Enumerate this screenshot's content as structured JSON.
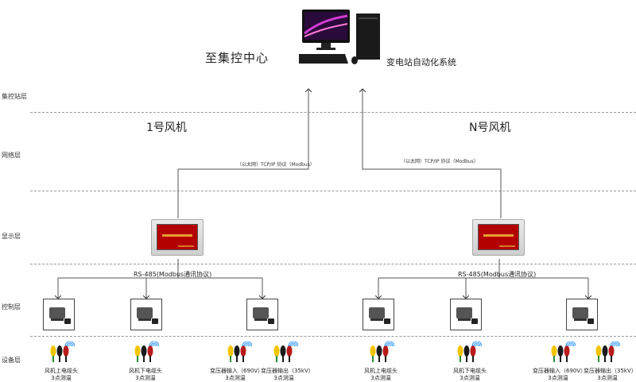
{
  "layers": {
    "control_center": "集控站层",
    "network": "网络层",
    "display": "显示层",
    "control": "控制层",
    "device": "设备层"
  },
  "top": {
    "center_label": "至集控中心",
    "substation_label": "变电站自动化系统"
  },
  "turbines": [
    {
      "title": "1号风机",
      "protocol_label": "（以太网）TCP/IP 协议（Modbus）",
      "rs485_label": "RS-485(Modbus通讯协议)",
      "devices": [
        {
          "label": "风机上电缆头",
          "sub": "3点测温"
        },
        {
          "label": "风机下电缆头",
          "sub": "3点测温"
        },
        {
          "label": "变压器输入（690V）",
          "sub": "3点测温"
        },
        {
          "label": "变压器输出（35kV）",
          "sub": "3点测温"
        }
      ]
    },
    {
      "title": "N号风机",
      "protocol_label": "（以太网）TCP/IP 协议（Modbus）",
      "rs485_label": "RS-485(Modbus通讯协议)",
      "devices": [
        {
          "label": "风机上电缆头",
          "sub": "3点测温"
        },
        {
          "label": "风机下电缆头",
          "sub": "3点测温"
        },
        {
          "label": "变压器输入（690V）",
          "sub": "3点测温"
        },
        {
          "label": "变压器输出（35kV）",
          "sub": "3点测温"
        }
      ]
    }
  ],
  "colors": {
    "hmi_screen": "#b30000",
    "sensor_yellow": "#f2c400",
    "sensor_green": "#2e8b3a",
    "sensor_black": "#1a1a1a",
    "sensor_red": "#b81b1b",
    "wifi_blue": "#1e90ff"
  }
}
